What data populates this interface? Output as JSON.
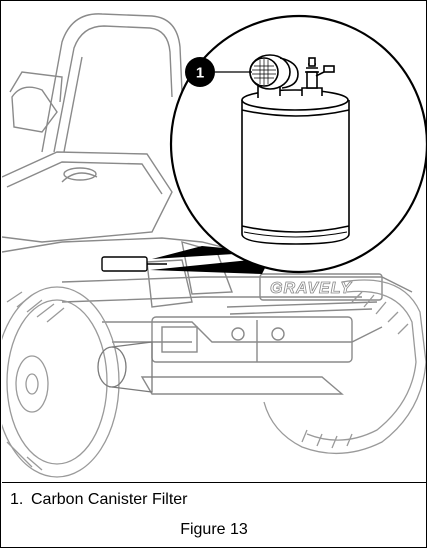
{
  "figure": {
    "callout": "1",
    "legend_number": "1.",
    "legend_text": "Carbon Canister Filter",
    "caption": "Figure 13",
    "brand_decal": "GRAVELY"
  },
  "colors": {
    "line_art": "#7a7a7a",
    "light_line": "#b5b5b5",
    "detail_line": "#000000",
    "callout_fill": "#000000"
  }
}
